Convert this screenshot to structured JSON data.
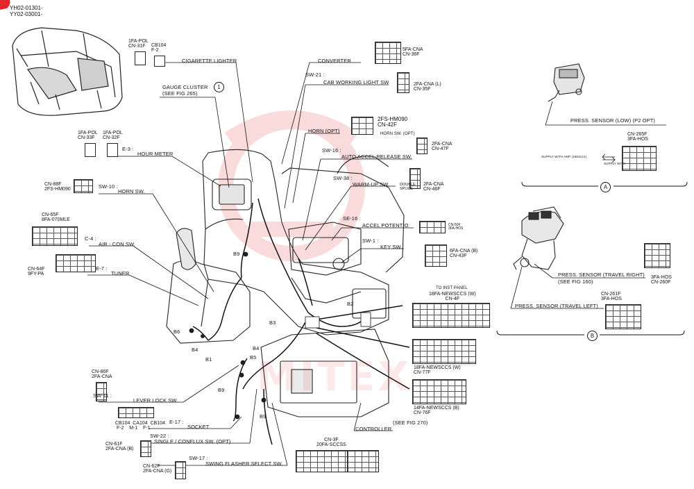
{
  "doc_codes": {
    "line1": "YH02-01301-",
    "line2": "YY02-03001-"
  },
  "brand": {
    "watermark": "MITEX",
    "watermark_color": "#e3262b",
    "corner_tab_color": "#e3262b"
  },
  "callouts": {
    "one": "1",
    "a": "A",
    "b": "B"
  },
  "labels": {
    "cigarette_lighter": "CIGARETTE LIGHTER",
    "converter": "CONVERTER",
    "sw21": "SW-21 :",
    "cab_working_light": "CAB WORKING LIGHT SW.",
    "gauge_cluster": "GAUGE CLUSTER",
    "see_fig_265": "(SEE FIG 265)",
    "horn_opt": "HORN (OPT)",
    "e3": "E-3 :",
    "hour_meter": "HOUR METER",
    "sw16": "SW-16 :",
    "auto_accel": "AUTO ACCEL RELEASE SW.",
    "sw10": "SW-10 :",
    "horn_sw": "HORN SW.",
    "sw38": "SW-38 :",
    "warm_up": "WARM-UP SW.",
    "se16": "SE-16 :",
    "accel_potentio": "ACCEL POTENTIO",
    "c4": "C-4 :",
    "air_con": "AIR - CON SW.",
    "sw1": "SW-1 :",
    "key_sw": "KEY SW.",
    "e7": "E-7 :",
    "tuner": "TUNER",
    "to_inst_panel": "TO INST PANEL",
    "sw11": "SW-11 :",
    "lever_lock": "LEVER LOCK SW.",
    "e17": "E-17 :",
    "socket": "SOCKET",
    "sw22": "SW-22 :",
    "single_conflux": "SINGLE / CONFLUX SW. (OPT)",
    "sw17": "SW-17 :",
    "swing_flasher": "SWING FLASHER SELECT SW.",
    "controller": "CONTROLLER",
    "see_fig_270": "(SEE FIG 270)",
    "press_low": "PRESS. SENSOR (LOW) (P2 OPT)",
    "press_travel_right": "PRESS. SENSOR (TRAVEL RIGHT)",
    "see_fig_160": "(SEE FIG 160)",
    "press_travel_left": "PRESS. SENSOR (TRAVEL LEFT)",
    "supply_with_amp": "SUPPLY WITH AMP (1563121)",
    "supply_with": "SUPPLY WITH",
    "double_splice": "DOUBLE\nSPLICE",
    "horn_sw_opt": "HORN SW. (OPT)"
  },
  "connectors": {
    "cn31f": "1FA-POL\nCN-31F",
    "cb104_f2_top": "CB104\nF-2",
    "cn36f": "5FA-CNA\nCN-36F",
    "cn35f": "2FA-CNA (L)\nCN-35F",
    "cn42f": "2FS-HM090\nCN-42F",
    "cn33f": "1FA-POL\nCN-33F",
    "cn32f": "1FA-POL\nCN-32F",
    "cn47f": "2FA-CNA\nCN-47F",
    "cn88f": "CN-88F\n2FS-HM090",
    "cn46f": "2FA-CNA\nCN-46F",
    "cn65f": "CN-65F\n8FA-070MLE",
    "cn50f": "CN-50F\n3FA-HOS",
    "cn43f": "6FA-CNA (B)\nCN-43F",
    "cn64f": "CN-64F\n9FY-PA",
    "cn4f": "18FA-NEWSCCS (W)\nCN-4F",
    "cn77f": "18FA-NEWSCCS (W)\nCN-77F",
    "cn76f": "14FA-NEWSCCS (B)\nCN-76F",
    "cn86f": "CN-86F\n2FA-CNA",
    "cb104_ca104": "CB104  CA104  CB104\n F-2    M-1    F-1",
    "cn61f": "CN-61F\n2FA-CNA (B)",
    "cn62f": "CN-62F\n2FA-CNA (G)",
    "cn3f": "CN-3F\n20FA-SCCSS",
    "cn265f": "CN-265F\n3FA-HOS",
    "cn260f": "3FA-HOS\nCN-260F",
    "cn261f": "CN-261F\n3FA-HOS"
  },
  "wire_tags": {
    "b9_upper": "B9",
    "b2": "B2",
    "b3": "B3",
    "b6": "B6",
    "b4_left": "B4",
    "b1": "B1",
    "b4_mid": "B4",
    "b5": "B5",
    "b9_lower": "B9",
    "b9_bottom": "B9"
  }
}
